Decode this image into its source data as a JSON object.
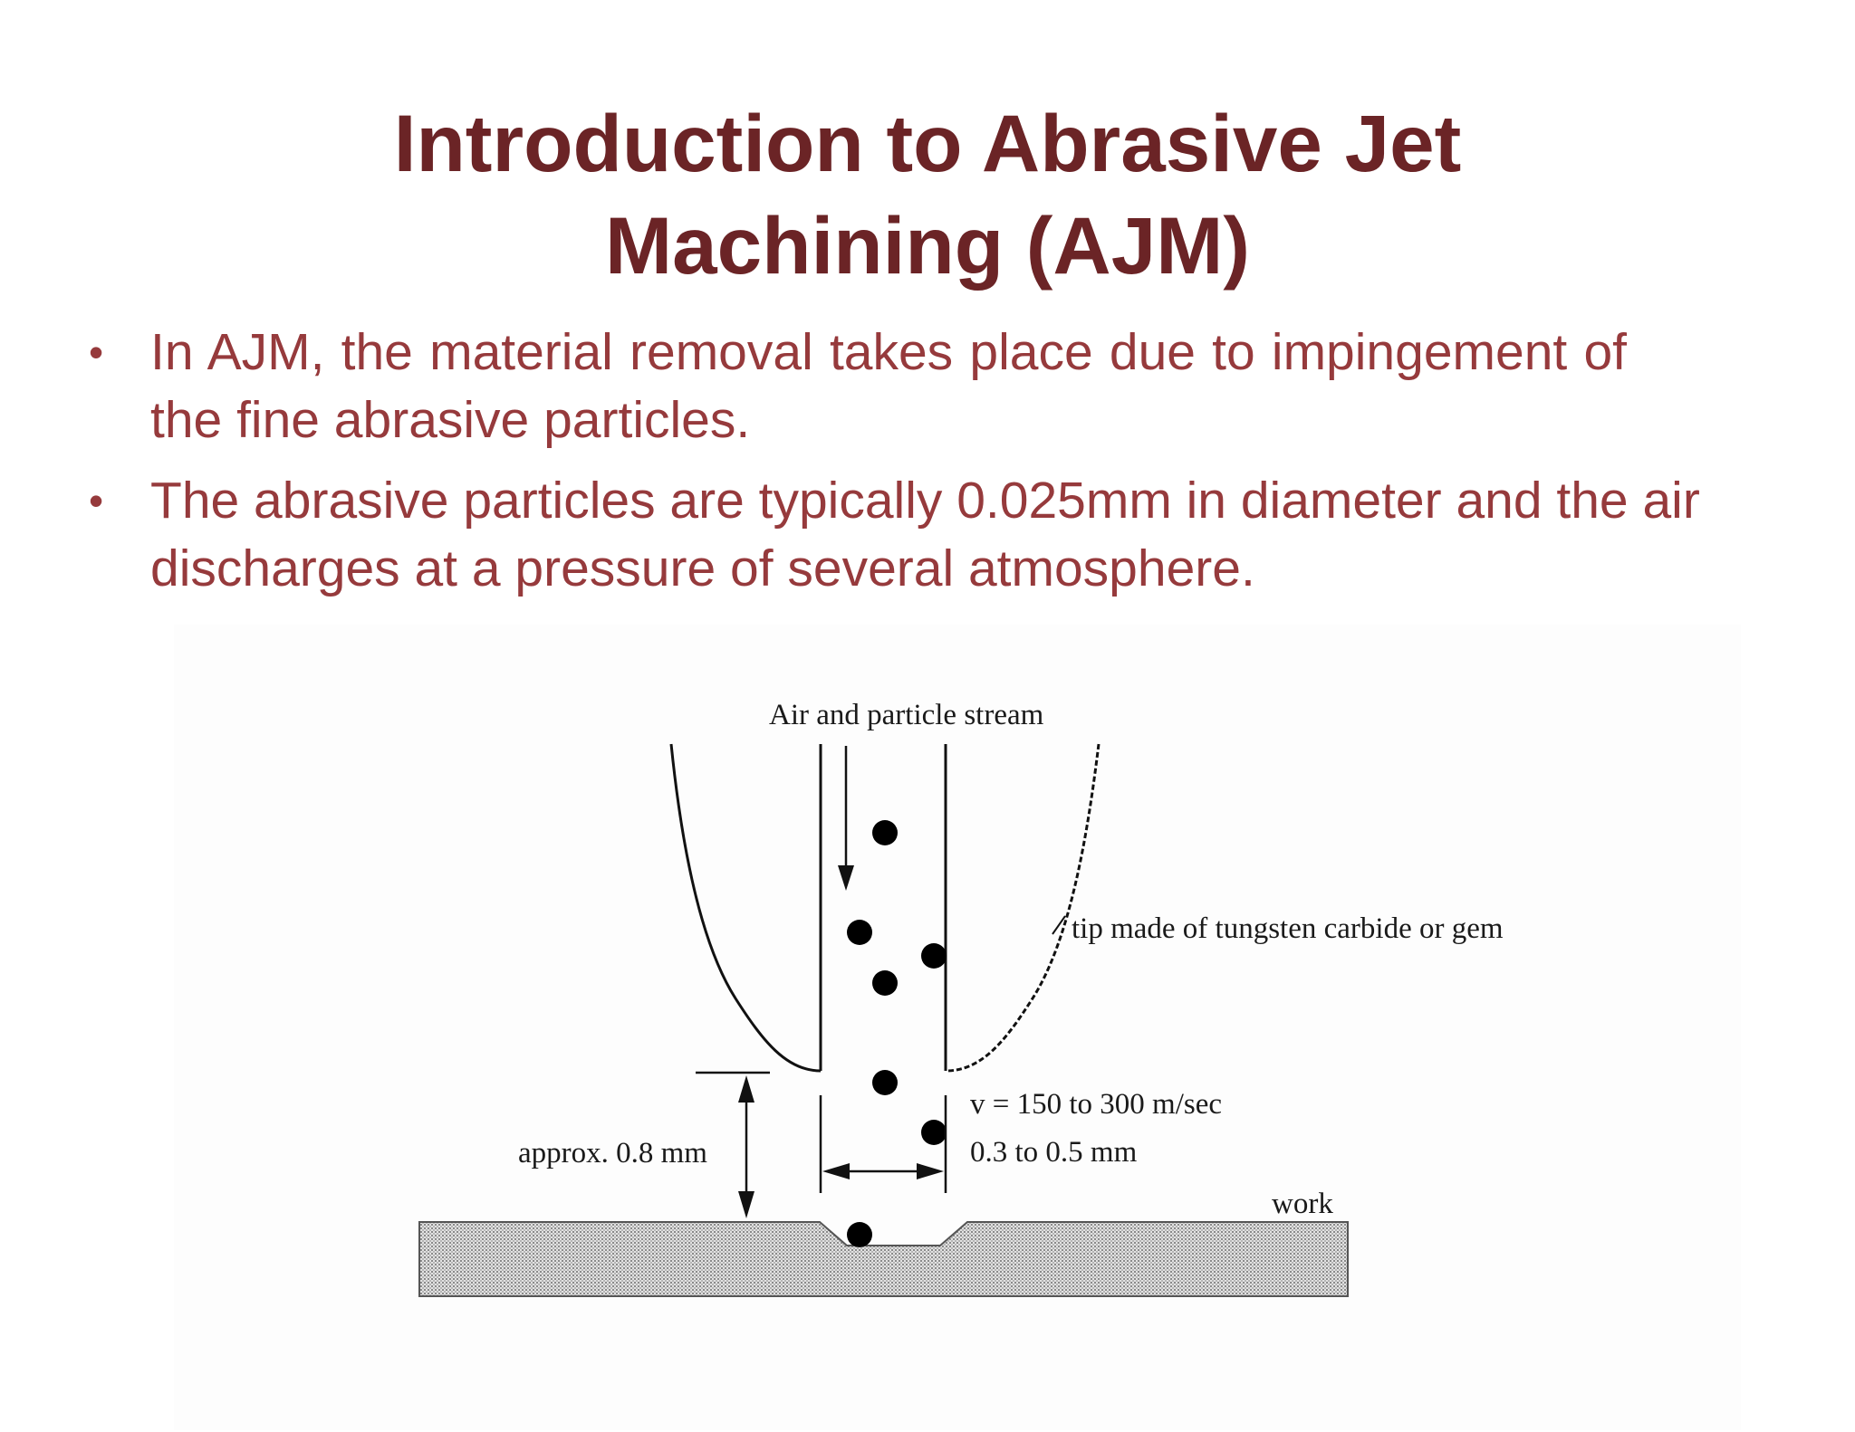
{
  "slide": {
    "title_line1": "Introduction to Abrasive Jet",
    "title_line2": "Machining (AJM)",
    "bullets": [
      {
        "marker": "•",
        "text": "In AJM, the material removal takes place due to impingement of the fine abrasive particles."
      },
      {
        "marker": "•",
        "text": "The abrasive particles are typically 0.025mm in diameter and the air discharges at a pressure of several atmosphere."
      }
    ]
  },
  "diagram": {
    "labels": {
      "stream": "Air and particle stream",
      "tip": "tip made of tungsten carbide or gem",
      "velocity": "v = 150 to 300 m/sec",
      "width": "0.3 to 0.5 mm",
      "gap": "approx. 0.8 mm",
      "work": "work"
    }
  }
}
